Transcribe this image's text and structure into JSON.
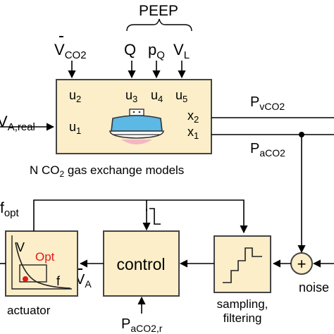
{
  "header": {
    "peep": "PEEP"
  },
  "top_inputs": {
    "vco2_main": "V",
    "vco2_sub": "CO2",
    "q": "Q",
    "pq_main": "p",
    "pq_sub": "Q",
    "vl_main": "V",
    "vl_sub": "L"
  },
  "left_input": {
    "main": "V",
    "sub": "A,real"
  },
  "model_block": {
    "ports": {
      "u1_main": "u",
      "u1_sub": "1",
      "u2_main": "u",
      "u2_sub": "2",
      "u3_main": "u",
      "u3_sub": "3",
      "u4_main": "u",
      "u4_sub": "4",
      "u5_main": "u",
      "u5_sub": "5",
      "x1_main": "x",
      "x1_sub": "1",
      "x2_main": "x",
      "x2_sub": "2"
    },
    "caption_pre": "N CO",
    "caption_sub": "2",
    "caption_post": " gas exchange models"
  },
  "signals": {
    "pvco2_main": "P",
    "pvco2_sub": "vCO2",
    "paco2_main": "P",
    "paco2_sub": "aCO2",
    "fopt_main": "f",
    "fopt_sub": "opt",
    "va_main": "V",
    "va_sub": "A",
    "paco2r_main": "P",
    "paco2r_sub": "aCO2,r"
  },
  "control_block": {
    "label": "control"
  },
  "sampling_block": {
    "label_line1": "sampling,",
    "label_line2": "filtering"
  },
  "actuator_block": {
    "v_label": "V",
    "opt_label": "Opt",
    "f_label": "f",
    "caption": "actuator"
  },
  "sum_node": {
    "symbol": "+"
  },
  "noise": {
    "label": "noise"
  },
  "colors": {
    "block_fill": "#fbeec8",
    "block_stroke": "#444444",
    "lung_blue": "#5cb8e4",
    "lung_pink": "#f4b6c2",
    "opt_red": "#e0191e"
  }
}
